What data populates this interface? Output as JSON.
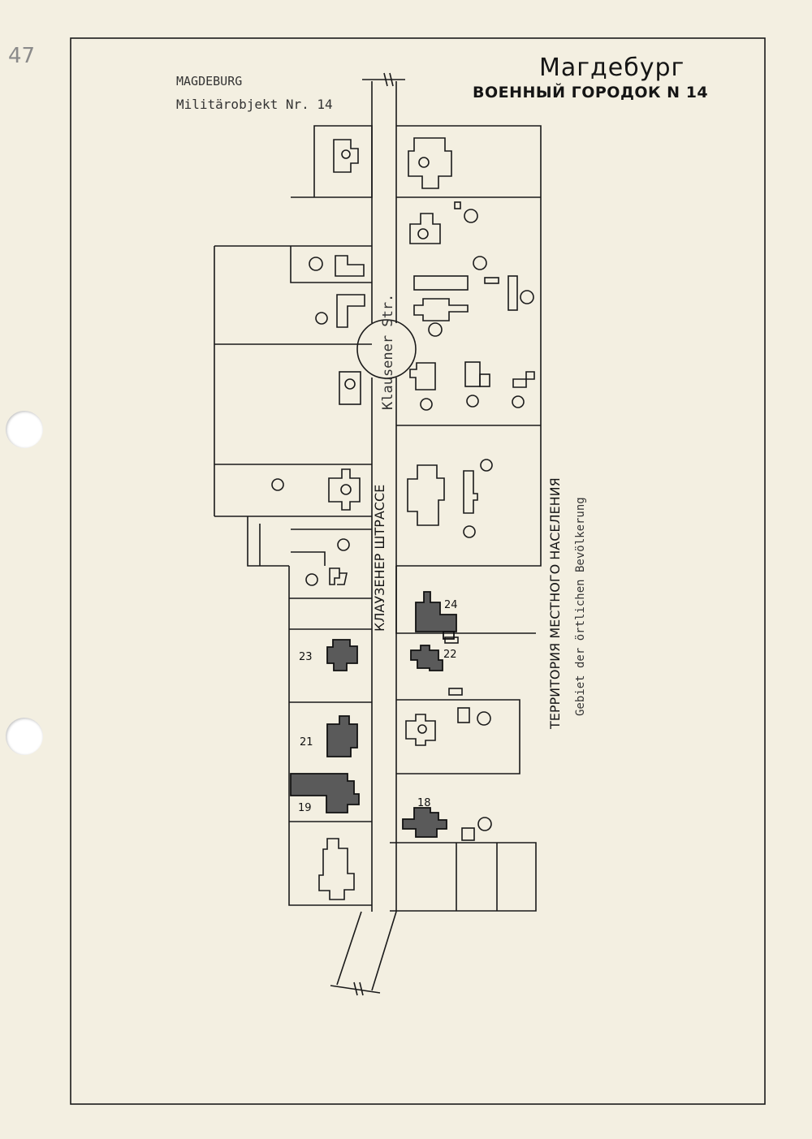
{
  "page_number": "47",
  "header": {
    "de_city": "MAGDEBURG",
    "de_object": "Militärobjekt Nr. 14",
    "ru_city": "Магдебург",
    "ru_object": "ВОЕННЫЙ ГОРОДОК N 14"
  },
  "street": {
    "de": "Klausener Str.",
    "ru": "КЛАУЗЕНЕР ШТРАССЕ"
  },
  "area": {
    "ru": "ТЕРРИТОРИЯ МЕСТНОГО НАСЕЛЕНИЯ",
    "de": "Gebiet der örtlichen Bevölkerung"
  },
  "buildings": {
    "b24": "24",
    "b23": "23",
    "b22": "22",
    "b21": "21",
    "b19": "19",
    "b18": "18"
  },
  "colors": {
    "paper": "#f3efe1",
    "ink": "#1a1a1a",
    "highlight_building": "#5a5a5a"
  }
}
